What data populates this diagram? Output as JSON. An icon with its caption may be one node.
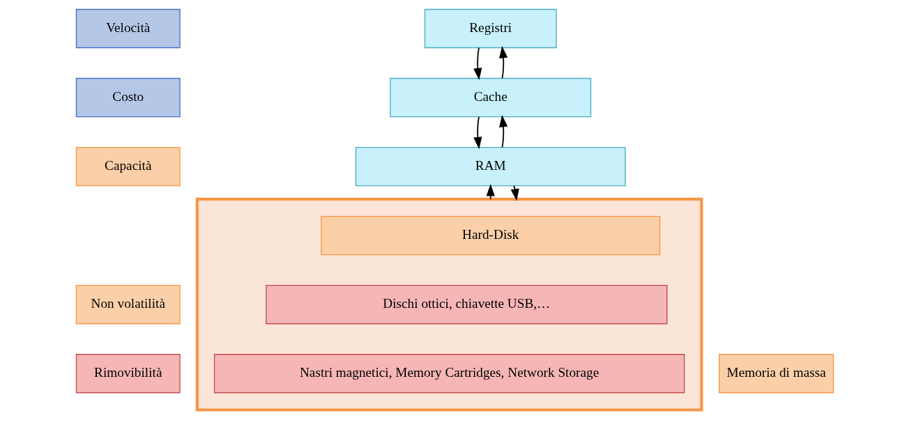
{
  "diagram": {
    "nodes": [
      {
        "text": [
          "Velocità"
        ]
      },
      {
        "text": [
          "Costo"
        ]
      },
      {
        "text": [
          "Capacità"
        ]
      },
      {
        "text": [
          "Non volatilità"
        ]
      },
      {
        "text": [
          "Rimovibilità"
        ]
      },
      {
        "text": [
          "Registri"
        ]
      },
      {
        "text": [
          "Cache"
        ]
      },
      {
        "text": [
          "RAM"
        ]
      },
      {
        "text": [],
        "shape": "box"
      },
      {
        "text": [
          "Hard-Disk"
        ],
        "in": 8
      },
      {
        "text": [
          "Dischi ottici, chiavette USB,…"
        ],
        "in": 8
      },
      {
        "text": [
          "Nastri magnetici, Memory Cartridges, Network Storage"
        ],
        "in": 8
      },
      {
        "text": [
          "Memoria di massa"
        ]
      }
    ],
    "edges": [
      {
        "from": 6,
        "to": 5,
        "arrow": "to"
      },
      {
        "from": 5,
        "to": 6,
        "arrow": "to"
      },
      {
        "from": 7,
        "to": 6,
        "arrow": "to"
      },
      {
        "from": 6,
        "to": 7,
        "arrow": "to"
      },
      {
        "from": 8,
        "to": 7,
        "arrow": "to"
      },
      {
        "from": 7,
        "to": 8,
        "arrow": "to"
      }
    ]
  }
}
